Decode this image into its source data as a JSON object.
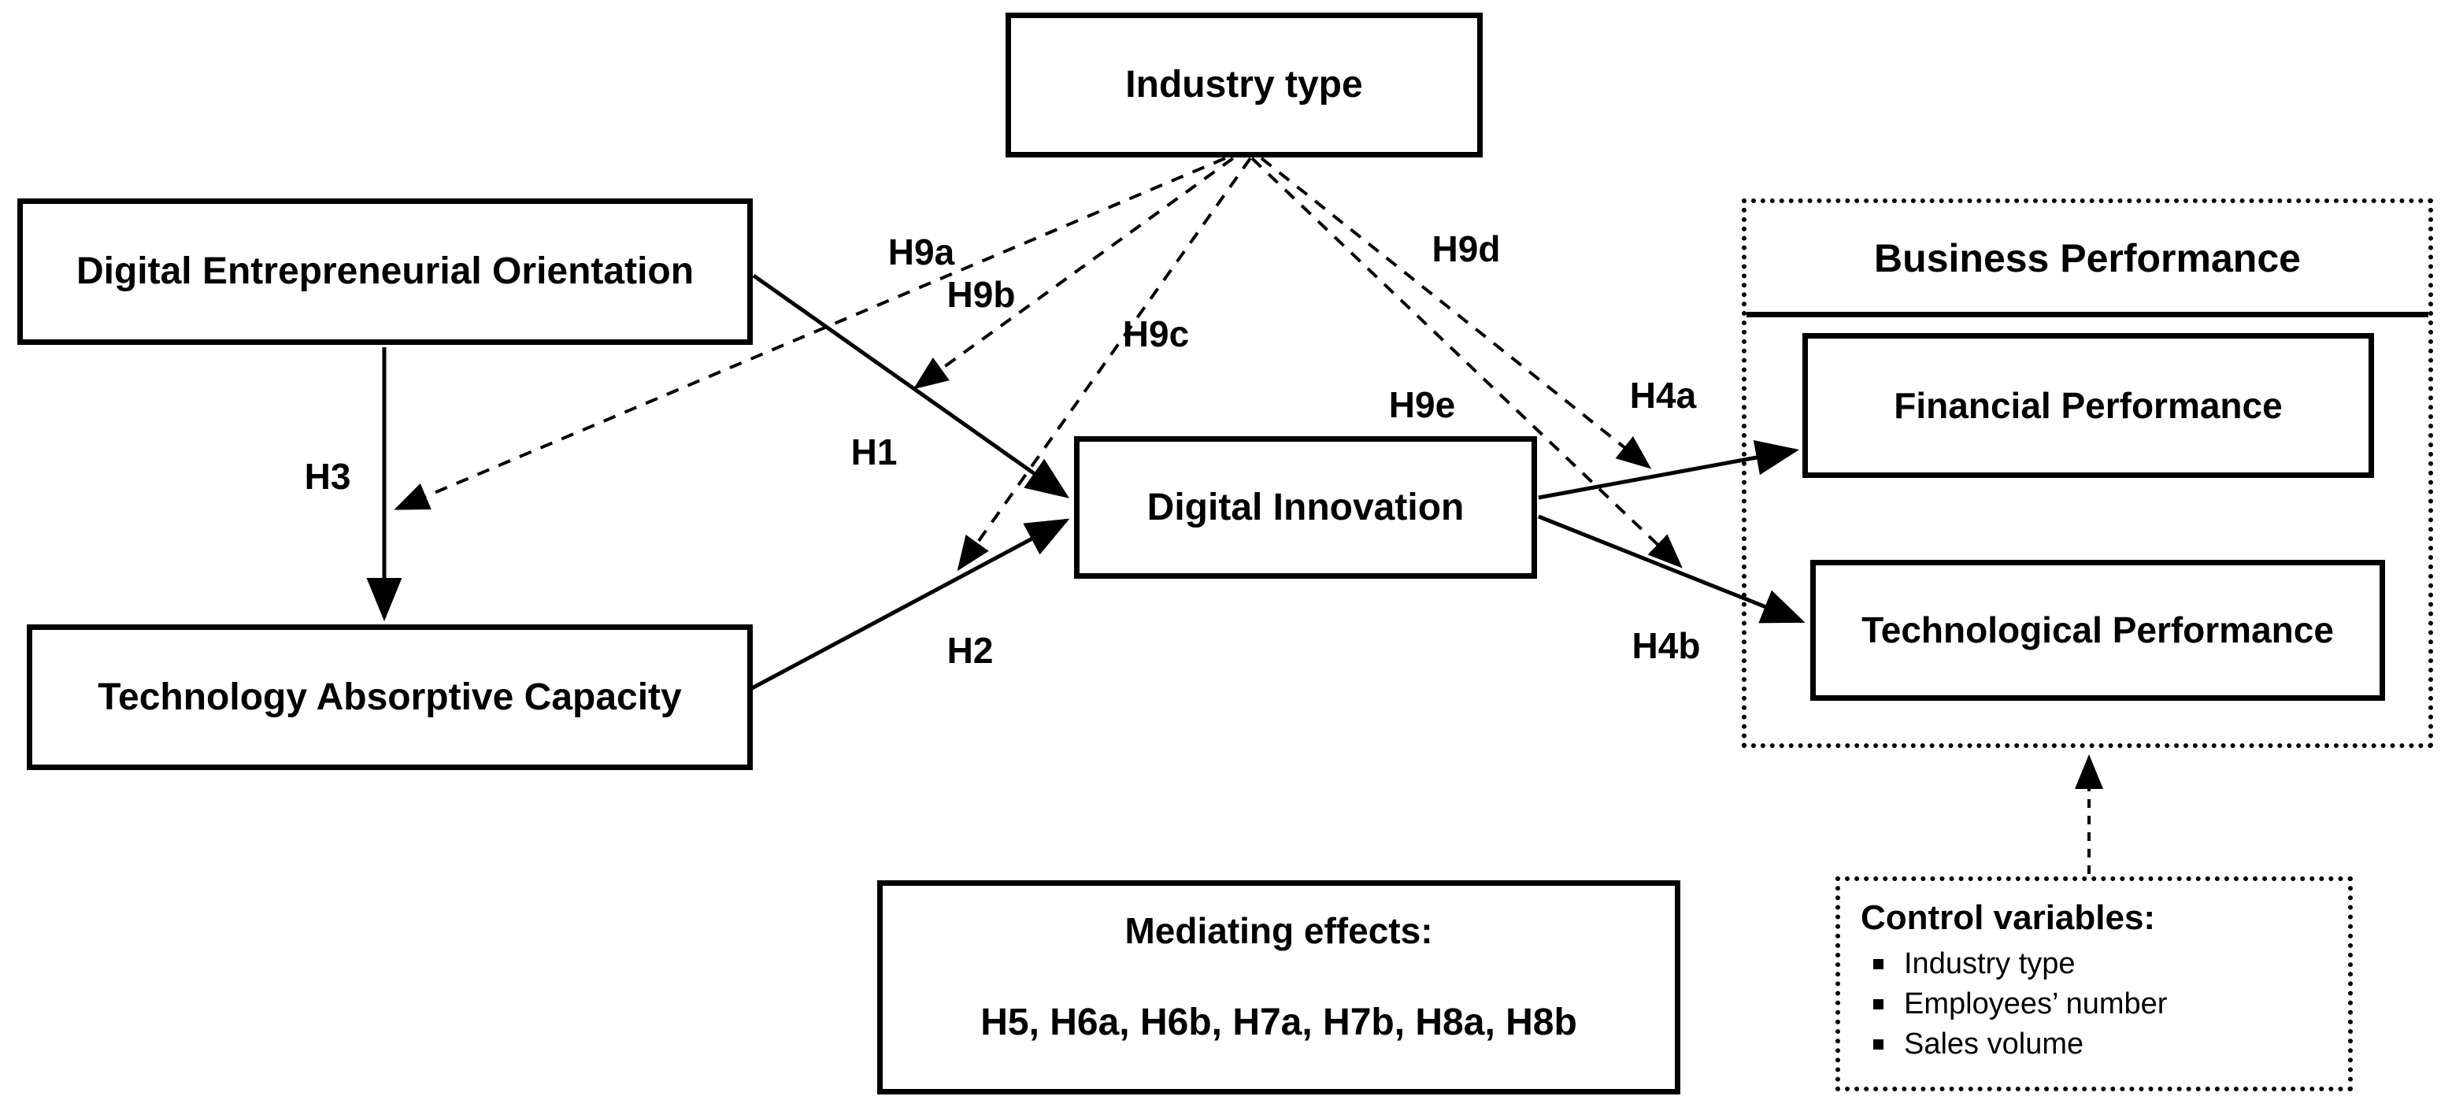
{
  "nodes": {
    "industry": "Industry type",
    "deo": "Digital Entrepreneurial Orientation",
    "tac": "Technology Absorptive Capacity",
    "di": "Digital Innovation",
    "bp": "Business Performance",
    "fp": "Financial Performance",
    "tp": "Technological Performance"
  },
  "labels": {
    "h1": "H1",
    "h2": "H2",
    "h3": "H3",
    "h4a": "H4a",
    "h4b": "H4b",
    "h9a": "H9a",
    "h9b": "H9b",
    "h9c": "H9c",
    "h9d": "H9d",
    "h9e": "H9e"
  },
  "mediating": {
    "title": "Mediating effects:",
    "items": "H5, H6a, H6b, H7a, H7b, H8a, H8b"
  },
  "control": {
    "title": "Control variables:",
    "items": [
      "Industry type",
      "Employees’ number",
      "Sales volume"
    ]
  },
  "colors": {
    "line": "#000000",
    "background": "#ffffff"
  }
}
